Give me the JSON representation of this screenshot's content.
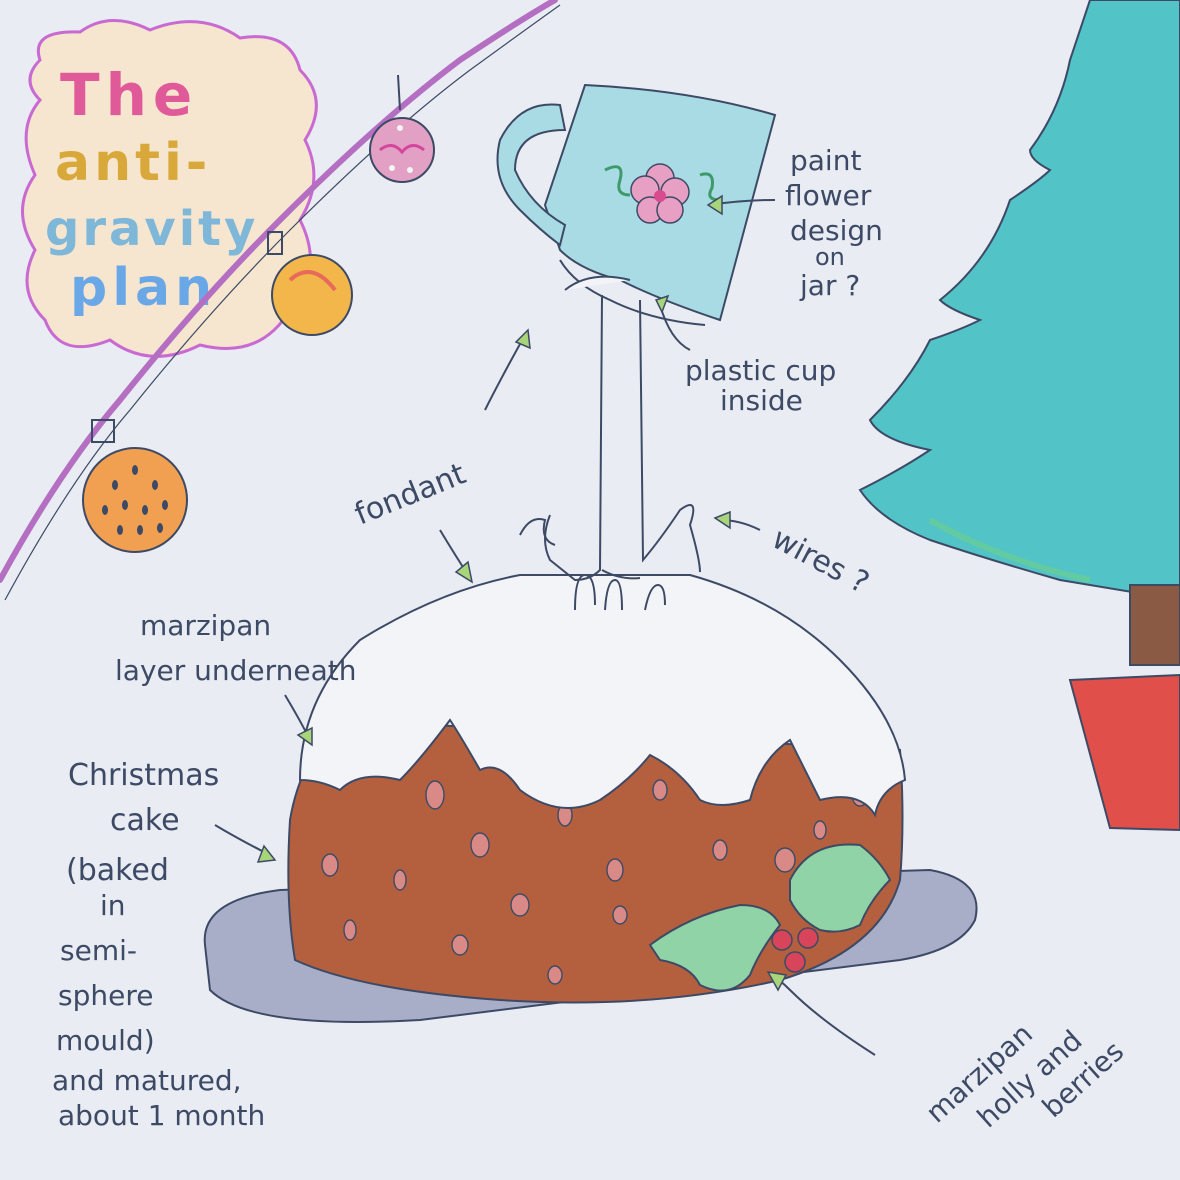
{
  "title": {
    "lines": [
      "The",
      "anti-",
      "gravity",
      "plan"
    ]
  },
  "annotations": {
    "paint_flower": [
      "paint",
      "flower",
      "design",
      "on",
      "jar ?"
    ],
    "plastic_cup": [
      "plastic cup",
      "inside"
    ],
    "fondant": "fondant",
    "wires": "wires ?",
    "marzipan_layer": [
      "marzipan",
      "layer underneath"
    ],
    "christmas_cake": [
      "Christmas",
      "cake",
      "(baked",
      "in",
      "semi-",
      "sphere",
      "mould)",
      "and matured,",
      "about 1 month"
    ],
    "marzipan_holly": [
      "marzipan",
      "holly and",
      "berries"
    ]
  },
  "colors": {
    "paper": "#e9ecf2",
    "ink": "#3d4a66",
    "cake": "#b4603f",
    "fondant": "#f3f4f8",
    "plate": "#a9aec8",
    "jar": "#a8dbe4",
    "tree": "#52c3c6",
    "trunk": "#8a5a45",
    "pot": "#e04f4a",
    "holly": "#8fd3a6",
    "berry": "#d8455a",
    "garland": "#b46fc2"
  }
}
